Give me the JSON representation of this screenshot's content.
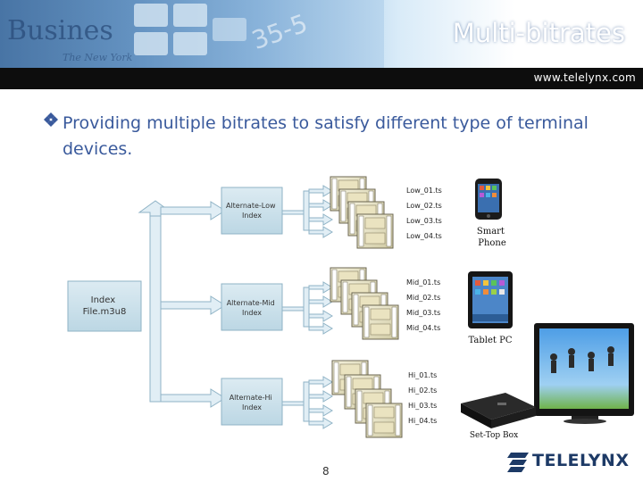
{
  "header": {
    "title": "Multi-bitrates",
    "website": "www.telelynx.com",
    "decor_text": [
      "Busines",
      "The New York",
      "35-5"
    ]
  },
  "bullet": {
    "text": "Providing multiple bitrates to satisfy different type of terminal devices."
  },
  "diagram": {
    "index_box": "Index File.m3u8",
    "playlists": [
      {
        "label": "Alternate-Low Index",
        "segments": [
          "Low_01.ts",
          "Low_02.ts",
          "Low_03.ts",
          "Low_04.ts"
        ]
      },
      {
        "label": "Alternate-Mid Index",
        "segments": [
          "Mid_01.ts",
          "Mid_02.ts",
          "Mid_03.ts",
          "Mid_04.ts"
        ]
      },
      {
        "label": "Alternate-Hi Index",
        "segments": [
          "Hi_01.ts",
          "Hi_02.ts",
          "Hi_03.ts",
          "Hi_04.ts"
        ]
      }
    ],
    "devices": {
      "phone": "Smart Phone",
      "tablet": "Tablet PC",
      "stb": "Set-Top Box"
    }
  },
  "footer": {
    "page_number": "8",
    "logo_text": "TELELYNX"
  },
  "colors": {
    "title_text": "#ffffff",
    "bullet_text": "#3a5a9c",
    "box_fill": "#cfe3ec",
    "arrow_fill": "#e1eef5",
    "arrow_stroke": "#8fb3c6"
  }
}
